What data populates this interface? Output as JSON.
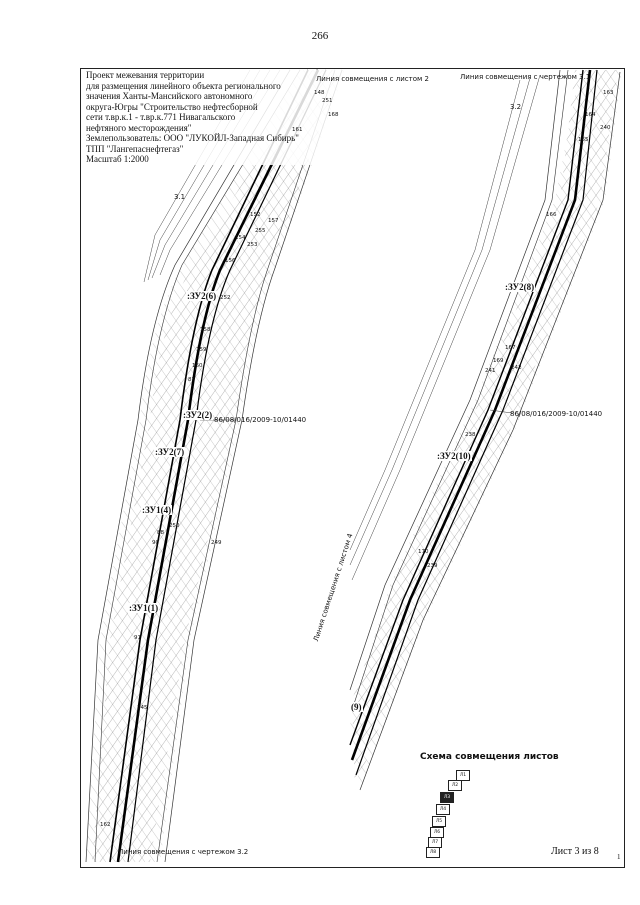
{
  "page_number": "266",
  "title_block": {
    "lines": [
      "Проект межевания территории",
      "для размещения линейного объекта регионального",
      "значения Ханты-Мансийского автономного",
      "округа-Югры \"Строительство нефтесборной",
      "сети т.вр.к.1 - т.вр.к.771 Нивагальского",
      "нефтяного месторождения\"",
      "Землепользователь: ООО \"ЛУКОЙЛ-Западная Сибирь\"",
      "ТПП \"Лангепаснефтегаз\"",
      "Масштаб 1:2000"
    ]
  },
  "match_lines": {
    "top_left": "Линия совмещения с листом 2",
    "top_right": "Линия совмещения с чертежом 3.1",
    "bottom_left": "Линия совмещения с чертежом 3.2",
    "left_vertical": "Линия совмещения с листом 4"
  },
  "drawing_labels": {
    "left_id": "3.1",
    "right_id": "3.2",
    "cadastral_left": "86/08/016/2009-10/01440",
    "cadastral_right": "86/08/016/2009-10/01440"
  },
  "parcels": {
    "p6": ":ЗУ2(6)",
    "p2": ":ЗУ2(2)",
    "p7": ":ЗУ2(7)",
    "p4": ":ЗУ1(4)",
    "p1": ":ЗУ1(1)",
    "p8": ":ЗУ2(8)",
    "p10": ":ЗУ2(10)",
    "p9": "(9)"
  },
  "point_numbers": {
    "n1": "148",
    "n2": "251",
    "n3": "168",
    "n4": "161",
    "n5": "152",
    "n6": "157",
    "n7": "255",
    "n8": "154",
    "n9": "253",
    "n10": "156",
    "n11": "252",
    "n12": "158",
    "n13": "159",
    "n14": "160",
    "n15": "87",
    "n16": "250",
    "n17": "88",
    "n18": "90",
    "n19": "91",
    "n20": "245",
    "n21": "162",
    "n22": "163",
    "n23": "164",
    "n24": "165",
    "n25": "166",
    "n26": "167",
    "n27": "169",
    "n28": "238",
    "n29": "239",
    "n30": "170",
    "n31": "242",
    "n32": "241",
    "n33": "249",
    "n34": "240"
  },
  "scheme": {
    "title": "Схема совмещения листов",
    "sheets": [
      "Л1",
      "Л2",
      "Л3",
      "Л4",
      "Л5",
      "Л6",
      "Л7",
      "Л8"
    ]
  },
  "sheet_label": "Лист 3 из 8",
  "corner_mark": "1"
}
